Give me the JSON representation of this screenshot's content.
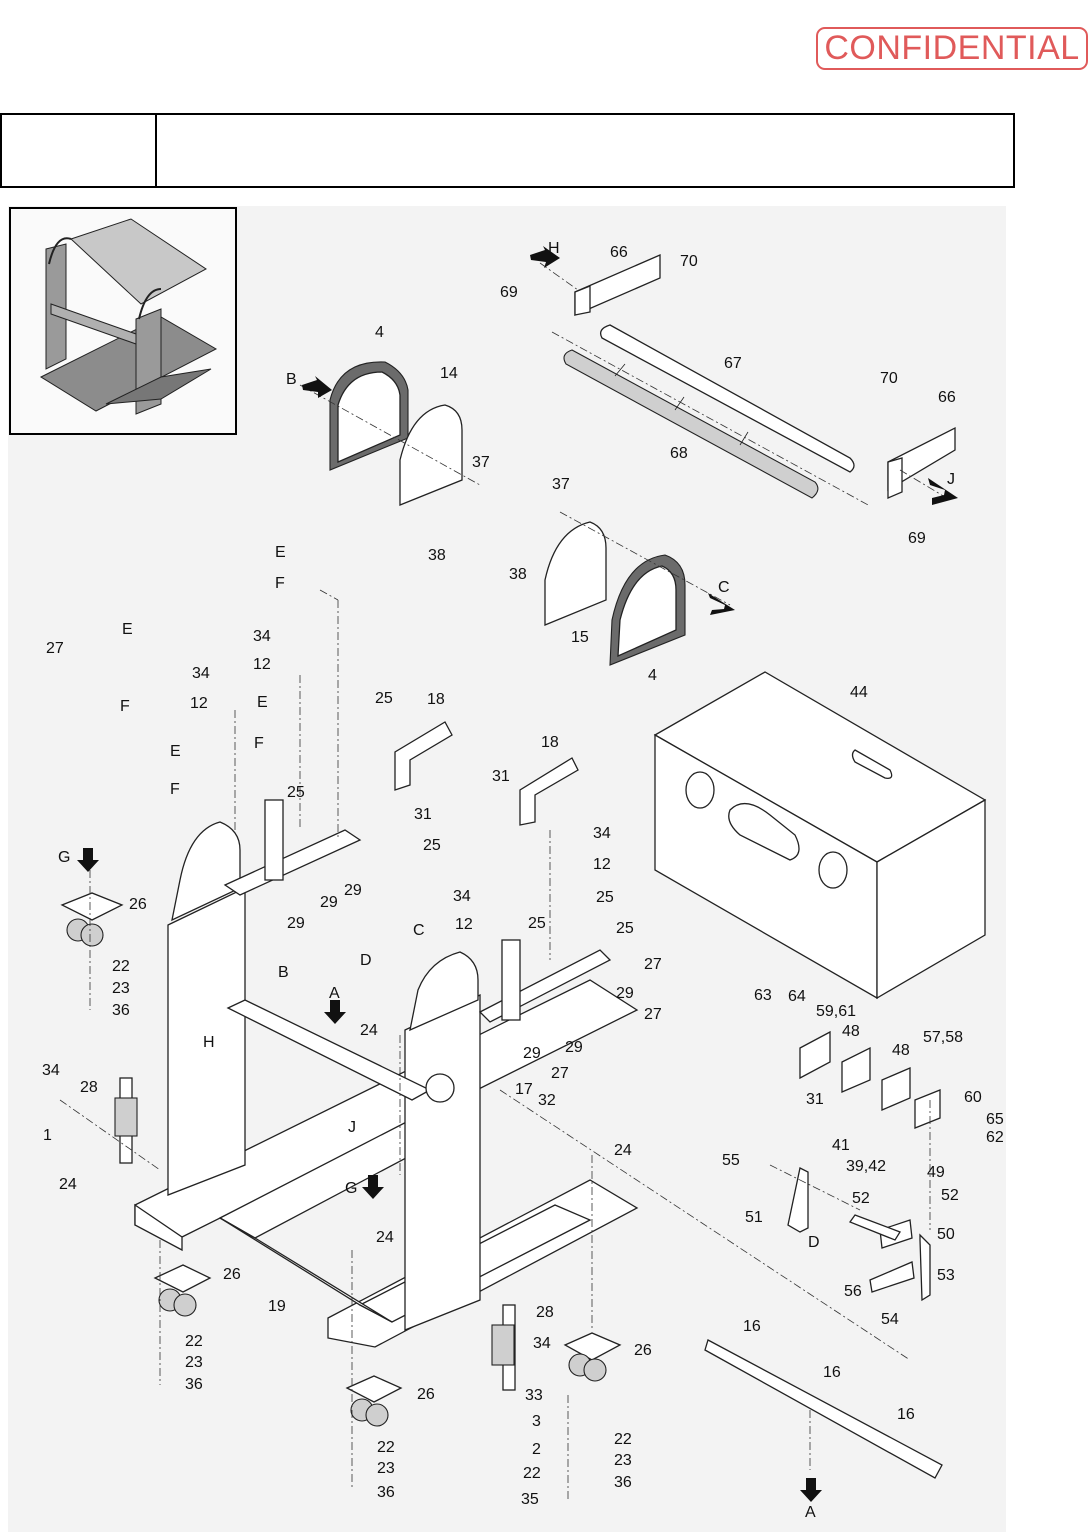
{
  "watermark": "CONFIDENTIAL",
  "header": {
    "left": "",
    "right": ""
  },
  "callouts": [
    {
      "id": "c1",
      "text": "H"
    },
    {
      "id": "c2",
      "text": "66"
    },
    {
      "id": "c3",
      "text": "70"
    },
    {
      "id": "c4",
      "text": "69"
    },
    {
      "id": "c5",
      "text": "67"
    },
    {
      "id": "c6",
      "text": "70"
    },
    {
      "id": "c7",
      "text": "66"
    },
    {
      "id": "c8",
      "text": "68"
    },
    {
      "id": "c9",
      "text": "J"
    },
    {
      "id": "c10",
      "text": "69"
    },
    {
      "id": "c11",
      "text": "4"
    },
    {
      "id": "c12",
      "text": "B"
    },
    {
      "id": "c13",
      "text": "14"
    },
    {
      "id": "c14",
      "text": "37"
    },
    {
      "id": "c15",
      "text": "38"
    },
    {
      "id": "c16",
      "text": "37"
    },
    {
      "id": "c17",
      "text": "38"
    },
    {
      "id": "c18",
      "text": "C"
    },
    {
      "id": "c19",
      "text": "15"
    },
    {
      "id": "c20",
      "text": "4"
    },
    {
      "id": "c21",
      "text": "E"
    },
    {
      "id": "c22",
      "text": "F"
    },
    {
      "id": "c23",
      "text": "27"
    },
    {
      "id": "c24",
      "text": "E"
    },
    {
      "id": "c25",
      "text": "F"
    },
    {
      "id": "c26",
      "text": "34"
    },
    {
      "id": "c27",
      "text": "12"
    },
    {
      "id": "c28",
      "text": "34"
    },
    {
      "id": "c29",
      "text": "12"
    },
    {
      "id": "c30",
      "text": "25"
    },
    {
      "id": "c31",
      "text": "18"
    },
    {
      "id": "c32",
      "text": "E"
    },
    {
      "id": "c33",
      "text": "F"
    },
    {
      "id": "c34",
      "text": "E"
    },
    {
      "id": "c35",
      "text": "F"
    },
    {
      "id": "c36",
      "text": "25"
    },
    {
      "id": "c37",
      "text": "31"
    },
    {
      "id": "c38",
      "text": "25"
    },
    {
      "id": "c39",
      "text": "29"
    },
    {
      "id": "c40",
      "text": "29"
    },
    {
      "id": "c41",
      "text": "29"
    },
    {
      "id": "c42",
      "text": "G"
    },
    {
      "id": "c43",
      "text": "26"
    },
    {
      "id": "c44",
      "text": "B"
    },
    {
      "id": "c45",
      "text": "22"
    },
    {
      "id": "c46",
      "text": "23"
    },
    {
      "id": "c47",
      "text": "36"
    },
    {
      "id": "c48",
      "text": "18"
    },
    {
      "id": "c49",
      "text": "31"
    },
    {
      "id": "c50",
      "text": "34"
    },
    {
      "id": "c51",
      "text": "12"
    },
    {
      "id": "c52",
      "text": "34"
    },
    {
      "id": "c53",
      "text": "25"
    },
    {
      "id": "c54",
      "text": "12"
    },
    {
      "id": "c55",
      "text": "25"
    },
    {
      "id": "c56",
      "text": "25"
    },
    {
      "id": "c57",
      "text": "C"
    },
    {
      "id": "c58",
      "text": "27"
    },
    {
      "id": "c59",
      "text": "D"
    },
    {
      "id": "c60",
      "text": "29"
    },
    {
      "id": "c61",
      "text": "27"
    },
    {
      "id": "c62",
      "text": "A"
    },
    {
      "id": "c63",
      "text": "24"
    },
    {
      "id": "c64",
      "text": "29"
    },
    {
      "id": "c65",
      "text": "29"
    },
    {
      "id": "c66",
      "text": "27"
    },
    {
      "id": "c67",
      "text": "H"
    },
    {
      "id": "c68",
      "text": "44"
    },
    {
      "id": "c69",
      "text": "63"
    },
    {
      "id": "c70",
      "text": "64"
    },
    {
      "id": "c71",
      "text": "59,61"
    },
    {
      "id": "c72",
      "text": "48"
    },
    {
      "id": "c73",
      "text": "57,58"
    },
    {
      "id": "c74",
      "text": "48"
    },
    {
      "id": "c75",
      "text": "60"
    },
    {
      "id": "c76",
      "text": "31"
    },
    {
      "id": "c77",
      "text": "65"
    },
    {
      "id": "c78",
      "text": "62"
    },
    {
      "id": "c79",
      "text": "41"
    },
    {
      "id": "c80",
      "text": "39,42"
    },
    {
      "id": "c81",
      "text": "49"
    },
    {
      "id": "c82",
      "text": "55"
    },
    {
      "id": "c83",
      "text": "52"
    },
    {
      "id": "c84",
      "text": "52"
    },
    {
      "id": "c85",
      "text": "51"
    },
    {
      "id": "c86",
      "text": "D"
    },
    {
      "id": "c87",
      "text": "50"
    },
    {
      "id": "c88",
      "text": "56"
    },
    {
      "id": "c89",
      "text": "53"
    },
    {
      "id": "c90",
      "text": "54"
    },
    {
      "id": "c91",
      "text": "34"
    },
    {
      "id": "c92",
      "text": "28"
    },
    {
      "id": "c93",
      "text": "1"
    },
    {
      "id": "c94",
      "text": "24"
    },
    {
      "id": "c95",
      "text": "J"
    },
    {
      "id": "c96",
      "text": "17"
    },
    {
      "id": "c97",
      "text": "32"
    },
    {
      "id": "c98",
      "text": "G"
    },
    {
      "id": "c99",
      "text": "24"
    },
    {
      "id": "c100",
      "text": "24"
    },
    {
      "id": "c101",
      "text": "26"
    },
    {
      "id": "c102",
      "text": "19"
    },
    {
      "id": "c103",
      "text": "22"
    },
    {
      "id": "c104",
      "text": "23"
    },
    {
      "id": "c105",
      "text": "36"
    },
    {
      "id": "c106",
      "text": "28"
    },
    {
      "id": "c107",
      "text": "34"
    },
    {
      "id": "c108",
      "text": "26"
    },
    {
      "id": "c109",
      "text": "26"
    },
    {
      "id": "c110",
      "text": "33"
    },
    {
      "id": "c111",
      "text": "3"
    },
    {
      "id": "c112",
      "text": "2"
    },
    {
      "id": "c113",
      "text": "22"
    },
    {
      "id": "c114",
      "text": "22"
    },
    {
      "id": "c115",
      "text": "23"
    },
    {
      "id": "c116",
      "text": "35"
    },
    {
      "id": "c117",
      "text": "36"
    },
    {
      "id": "c118",
      "text": "22"
    },
    {
      "id": "c119",
      "text": "23"
    },
    {
      "id": "c120",
      "text": "36"
    },
    {
      "id": "c121",
      "text": "16"
    },
    {
      "id": "c122",
      "text": "16"
    },
    {
      "id": "c123",
      "text": "16"
    },
    {
      "id": "c124",
      "text": "A"
    }
  ],
  "colors": {
    "watermark": "#e05a5a",
    "line": "#222222",
    "diagram_bg": "#f3f3f3"
  }
}
